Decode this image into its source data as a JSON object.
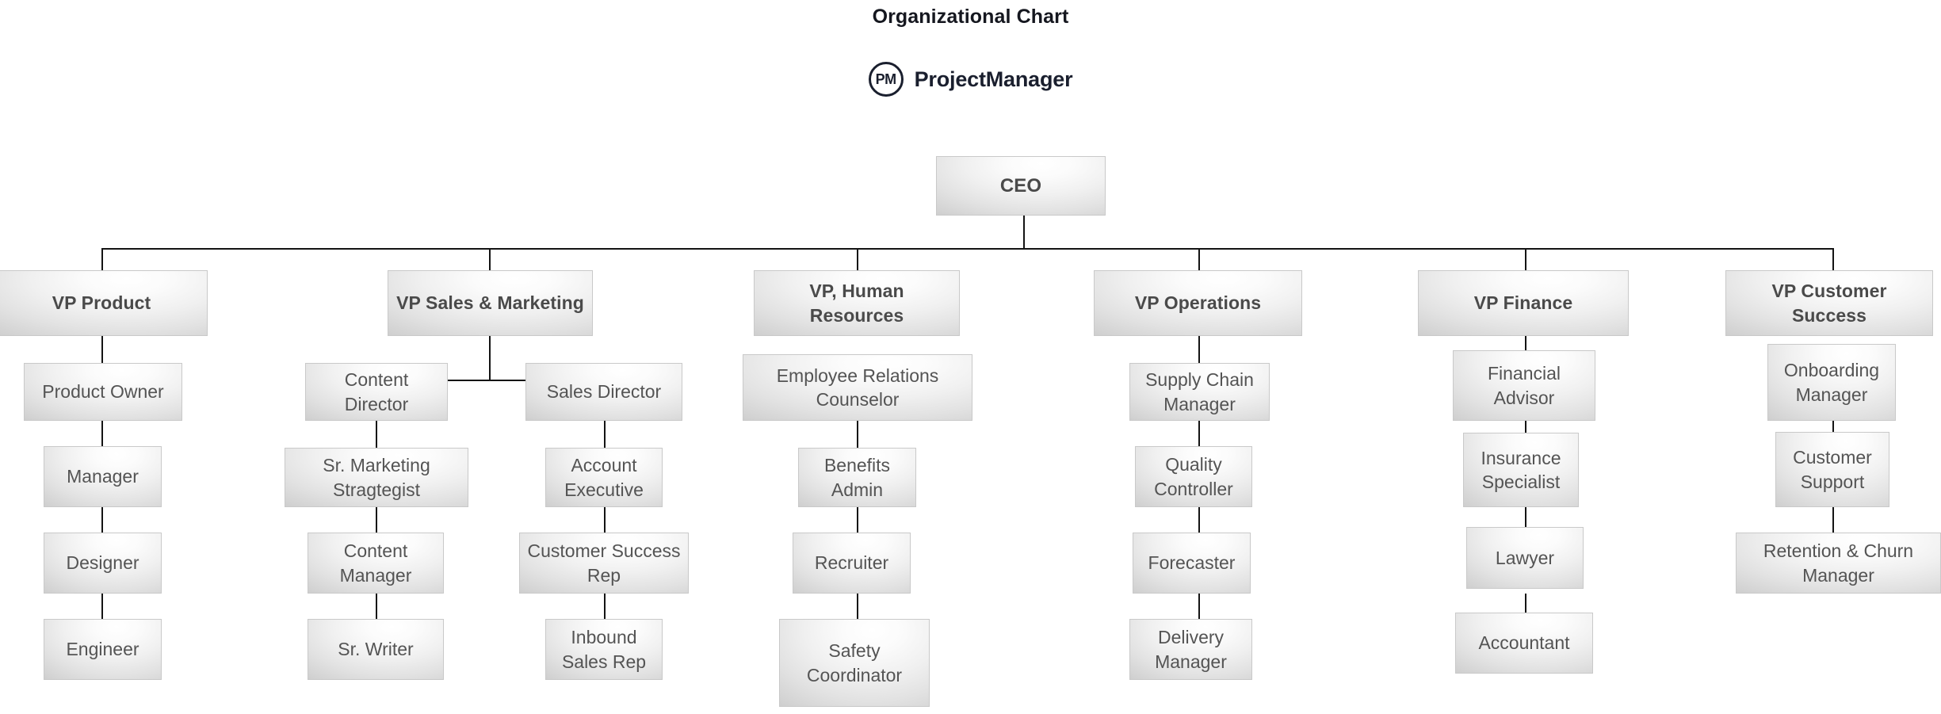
{
  "header": {
    "title": "Organizational Chart",
    "brand_initials": "PM",
    "brand_name": "ProjectManager",
    "brand_color": "#1a1f2e"
  },
  "theme": {
    "box_fill_light": "#ffffff",
    "box_fill_dark": "#b9b9b9",
    "box_border": "#c9c9c9",
    "text_color": "#545454",
    "lead_text_color": "#4a4a4a",
    "connector_color": "#141414",
    "background": "#ffffff"
  },
  "chart_data": {
    "type": "diagram",
    "diagram_type": "organizational-chart",
    "title": "Organizational Chart",
    "root": "CEO",
    "nodes": [
      {
        "id": "ceo",
        "label": "CEO",
        "level": 0,
        "role": "lead",
        "parent": null
      },
      {
        "id": "vp_product",
        "label": "VP Product",
        "level": 1,
        "role": "lead",
        "parent": "ceo"
      },
      {
        "id": "product_owner",
        "label": "Product Owner",
        "level": 2,
        "role": "member",
        "parent": "vp_product"
      },
      {
        "id": "manager",
        "label": "Manager",
        "level": 3,
        "role": "member",
        "parent": "product_owner"
      },
      {
        "id": "designer",
        "label": "Designer",
        "level": 4,
        "role": "member",
        "parent": "manager"
      },
      {
        "id": "engineer",
        "label": "Engineer",
        "level": 5,
        "role": "member",
        "parent": "designer"
      },
      {
        "id": "vp_sales",
        "label": "VP Sales & Marketing",
        "level": 1,
        "role": "lead",
        "parent": "ceo"
      },
      {
        "id": "content_director",
        "label": "Content Director",
        "level": 2,
        "role": "member",
        "parent": "vp_sales"
      },
      {
        "id": "sr_marketing",
        "label": "Sr. Marketing Stragtegist",
        "level": 3,
        "role": "member",
        "parent": "content_director"
      },
      {
        "id": "content_manager",
        "label": "Content Manager",
        "level": 4,
        "role": "member",
        "parent": "sr_marketing"
      },
      {
        "id": "sr_writer",
        "label": "Sr. Writer",
        "level": 5,
        "role": "member",
        "parent": "content_manager"
      },
      {
        "id": "sales_director",
        "label": "Sales Director",
        "level": 2,
        "role": "member",
        "parent": "vp_sales"
      },
      {
        "id": "account_exec",
        "label": "Account Executive",
        "level": 3,
        "role": "member",
        "parent": "sales_director"
      },
      {
        "id": "cs_rep",
        "label": "Customer Success Rep",
        "level": 4,
        "role": "member",
        "parent": "account_exec"
      },
      {
        "id": "inbound_rep",
        "label": "Inbound Sales Rep",
        "level": 5,
        "role": "member",
        "parent": "cs_rep"
      },
      {
        "id": "vp_hr",
        "label": "VP, Human Resources",
        "level": 1,
        "role": "lead",
        "parent": "ceo"
      },
      {
        "id": "er_counselor",
        "label": "Employee Relations Counselor",
        "level": 2,
        "role": "member",
        "parent": "vp_hr"
      },
      {
        "id": "benefits_admin",
        "label": "Benefits Admin",
        "level": 3,
        "role": "member",
        "parent": "er_counselor"
      },
      {
        "id": "recruiter",
        "label": "Recruiter",
        "level": 4,
        "role": "member",
        "parent": "benefits_admin"
      },
      {
        "id": "safety_coord",
        "label": "Safety Coordinator",
        "level": 5,
        "role": "member",
        "parent": "recruiter"
      },
      {
        "id": "vp_ops",
        "label": "VP Operations",
        "level": 1,
        "role": "lead",
        "parent": "ceo"
      },
      {
        "id": "supply_chain",
        "label": "Supply Chain Manager",
        "level": 2,
        "role": "member",
        "parent": "vp_ops"
      },
      {
        "id": "quality_controller",
        "label": "Quality Controller",
        "level": 3,
        "role": "member",
        "parent": "supply_chain"
      },
      {
        "id": "forecaster",
        "label": "Forecaster",
        "level": 4,
        "role": "member",
        "parent": "quality_controller"
      },
      {
        "id": "delivery_manager",
        "label": "Delivery Manager",
        "level": 5,
        "role": "member",
        "parent": "forecaster"
      },
      {
        "id": "vp_finance",
        "label": "VP Finance",
        "level": 1,
        "role": "lead",
        "parent": "ceo"
      },
      {
        "id": "financial_advisor",
        "label": "Financial Advisor",
        "level": 2,
        "role": "member",
        "parent": "vp_finance"
      },
      {
        "id": "insurance_specialist",
        "label": "Insurance Specialist",
        "level": 3,
        "role": "member",
        "parent": "financial_advisor"
      },
      {
        "id": "lawyer",
        "label": "Lawyer",
        "level": 4,
        "role": "member",
        "parent": "insurance_specialist"
      },
      {
        "id": "accountant",
        "label": "Accountant",
        "level": 5,
        "role": "member",
        "parent": "lawyer"
      },
      {
        "id": "vp_cs",
        "label": "VP Customer Success",
        "level": 1,
        "role": "lead",
        "parent": "ceo"
      },
      {
        "id": "onboarding_manager",
        "label": "Onboarding Manager",
        "level": 2,
        "role": "member",
        "parent": "vp_cs"
      },
      {
        "id": "customer_support",
        "label": "Customer Support",
        "level": 3,
        "role": "member",
        "parent": "onboarding_manager"
      },
      {
        "id": "retention_manager",
        "label": "Retention & Churn Manager",
        "level": 4,
        "role": "member",
        "parent": "customer_support"
      }
    ]
  }
}
